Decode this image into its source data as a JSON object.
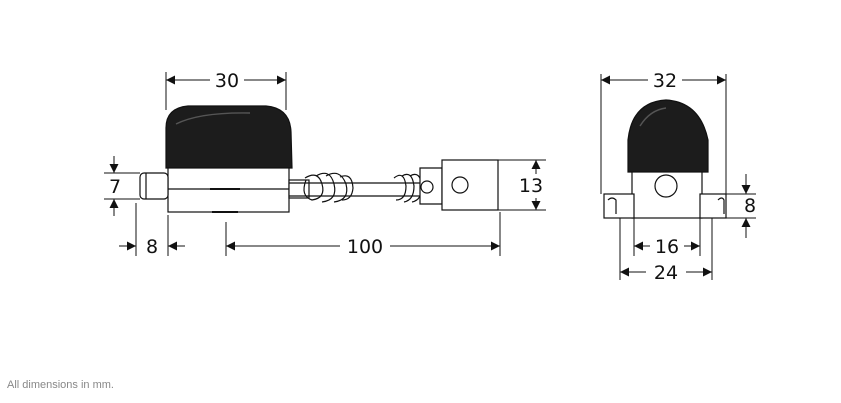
{
  "side_view": {
    "dim_top_width": "30",
    "dim_pin_height": "7",
    "dim_pin_length": "8",
    "dim_cable_length": "100",
    "dim_terminal_height": "13"
  },
  "front_view": {
    "dim_top_width": "32",
    "dim_base_height": "8",
    "dim_inner_width": "16",
    "dim_outer_width": "24"
  },
  "footer": {
    "note": "All dimensions in mm."
  },
  "colors": {
    "cap_fill": "#1c1c1c",
    "line": "#111111",
    "body_fill": "#ffffff",
    "note": "#888888"
  }
}
